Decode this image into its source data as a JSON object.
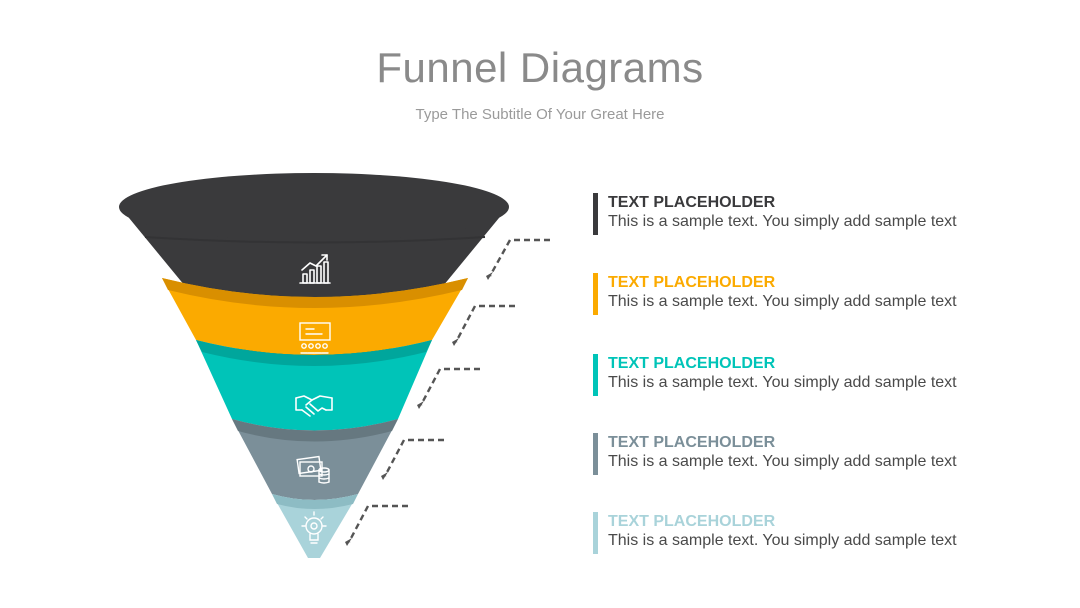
{
  "header": {
    "title": "Funnel Diagrams",
    "subtitle": "Type The Subtitle Of Your Great Here"
  },
  "levels": [
    {
      "title": "TEXT PLACEHOLDER",
      "text": "This is a sample text. You simply add sample text",
      "color": "#3a3a3c",
      "icon": "growth-chart-icon"
    },
    {
      "title": "TEXT PLACEHOLDER",
      "text": "This is a sample text. You simply add sample text",
      "color": "#fbaa00",
      "icon": "presentation-icon"
    },
    {
      "title": "TEXT PLACEHOLDER",
      "text": "This is a sample text. You simply add sample text",
      "color": "#00c4b8",
      "icon": "handshake-icon"
    },
    {
      "title": "TEXT PLACEHOLDER",
      "text": "This is a sample text. You simply add sample text",
      "color": "#7b8f99",
      "icon": "money-icon"
    },
    {
      "title": "TEXT PLACEHOLDER",
      "text": "This is a sample text. You simply add sample text",
      "color": "#a9d3da",
      "icon": "idea-bulb-icon"
    }
  ]
}
